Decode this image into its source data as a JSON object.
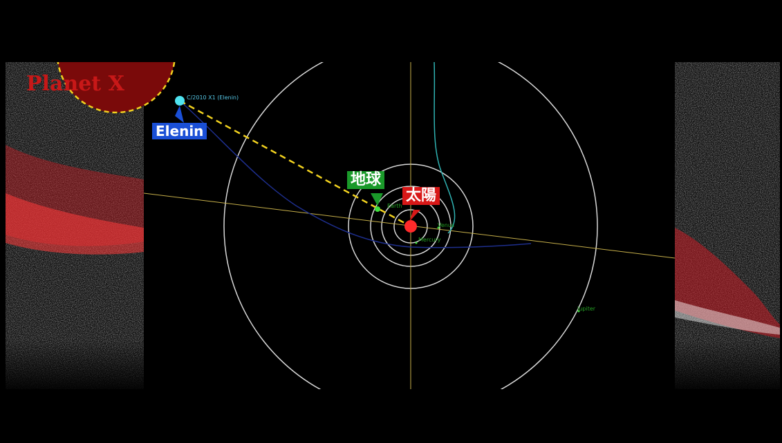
{
  "overlay": {
    "planet_x": "Planet X",
    "elenin_callout": "Elenin",
    "earth_callout": "地球",
    "sun_callout": "太陽"
  },
  "sim_labels": {
    "comet": "C/2010 X1 (Elenin)",
    "venus": "Venus",
    "mercury": "Mercury",
    "earth": "Earth",
    "jupiter": "Jupiter"
  },
  "colors": {
    "background": "#000000",
    "planet_x_fill": "#7a0a0a",
    "planet_x_text": "#c81818",
    "dashed_line": "#f2d21f",
    "elenin_box": "#1a4fd6",
    "earth_box": "#1a9a2a",
    "sun_box": "#d81818",
    "orbit": "#d9d9d9",
    "axis": "#c7b04a",
    "comet_path_blue": "#1e2f8f",
    "comet_path_cyan": "#2fb3b3"
  }
}
